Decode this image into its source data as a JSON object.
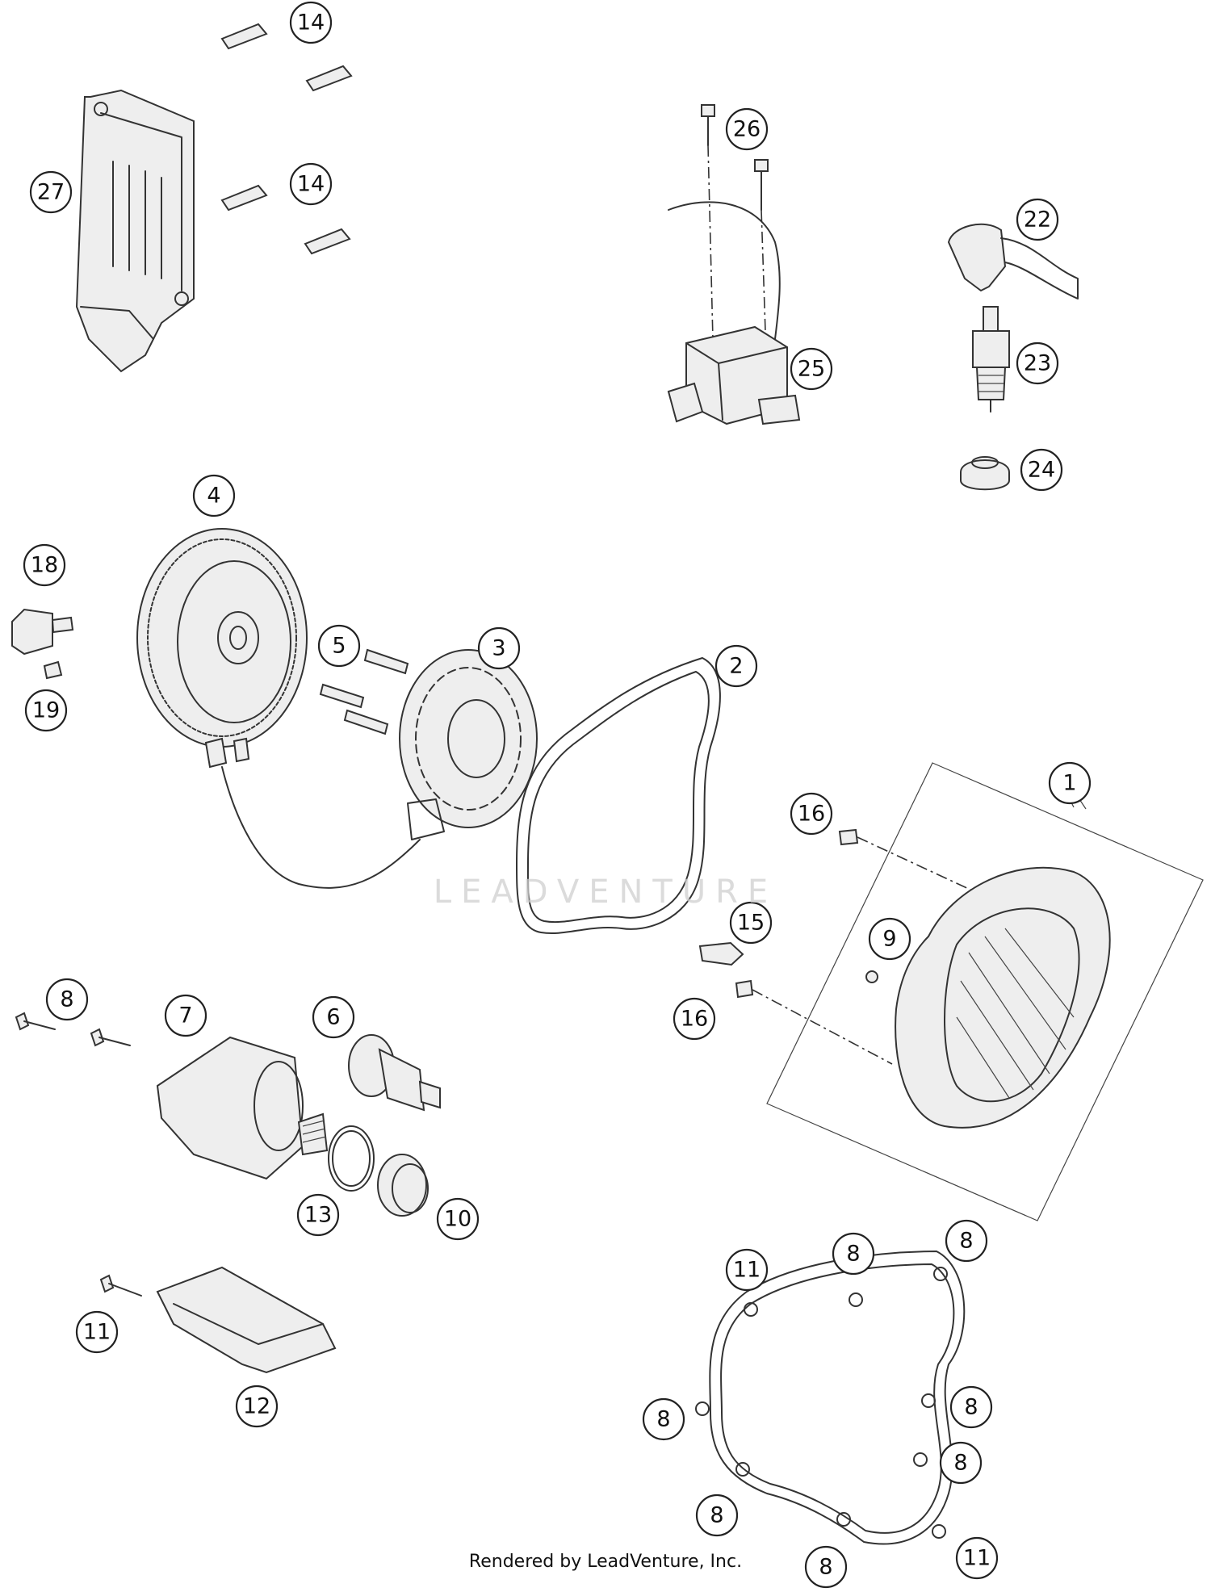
{
  "footer": {
    "credit": "Rendered by LeadVenture, Inc."
  },
  "watermark": {
    "text": "LEADVENTURE"
  },
  "callouts": [
    "1",
    "2",
    "3",
    "4",
    "5",
    "6",
    "7",
    "8",
    "9",
    "10",
    "11",
    "12",
    "13",
    "14",
    "15",
    "16",
    "18",
    "19",
    "22",
    "23",
    "24",
    "25",
    "26",
    "27"
  ],
  "colors": {
    "line": "#333333",
    "background": "#ffffff",
    "watermark": "#cfcfcf"
  }
}
